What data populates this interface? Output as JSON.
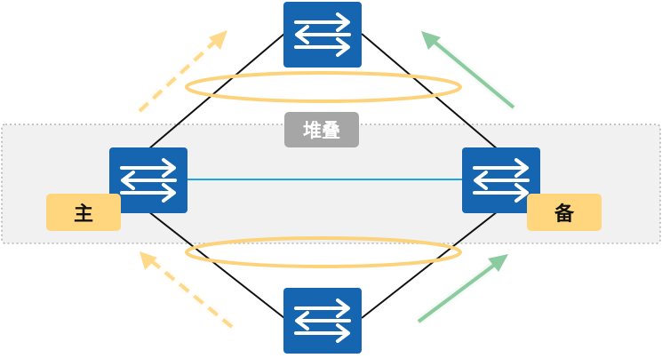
{
  "stack_label": "堆叠",
  "master_label": "主",
  "backup_label": "备",
  "colors": {
    "switch_fill": "#1565b0",
    "switch_arrow": "#ffffff",
    "stack_region_fill": "#f1f1f1",
    "stack_region_border": "#b5b5b5",
    "stack_tag_fill": "#a6a6a6",
    "role_tag_fill": "#ffd57e",
    "ellipse_stroke": "#fcd27a",
    "inter_switch_link": "#1aa5dc",
    "uplink_line": "#111111",
    "master_flow_arrow": "#ffd98a",
    "backup_flow_arrow": "#8ccba0"
  },
  "icons": [
    "switch-icon",
    "dashed-arrow-icon",
    "solid-arrow-icon"
  ]
}
